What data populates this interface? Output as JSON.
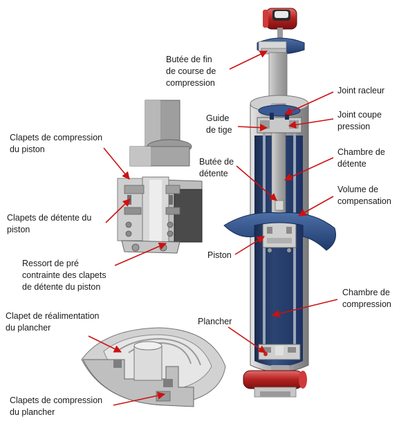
{
  "labels": {
    "butee_fin_course": "Butée de fin\nde course de\ncompression",
    "joint_racleur": "Joint racleur",
    "joint_coupe_pression": "Joint coupe\npression",
    "guide_tige": "Guide\nde tige",
    "chambre_detente": "Chambre de\ndétente",
    "butee_detente": "Butée de\ndétente",
    "volume_compensation": "Volume de\ncompensation",
    "piston": "Piston",
    "chambre_compression": "Chambre de\ncompression",
    "plancher": "Plancher",
    "clapets_compression_piston": "Clapets de compression\ndu piston",
    "clapets_detente_piston": "Clapets de détente du\npiston",
    "ressort": "Ressort de pré\ncontrainte des clapets\nde détente du piston",
    "clapet_realimentation": "Clapet de réalimentation\ndu plancher",
    "clapets_compression_plancher": "Clapets de compression\ndu plancher"
  },
  "colors": {
    "arrow": "#cc1111",
    "body_blue": "#2b4f86",
    "dark_blue": "#1b2f58",
    "metal": "#b8b8b8",
    "metal_dark": "#8a8a8a",
    "rubber_red": "#b32020"
  }
}
